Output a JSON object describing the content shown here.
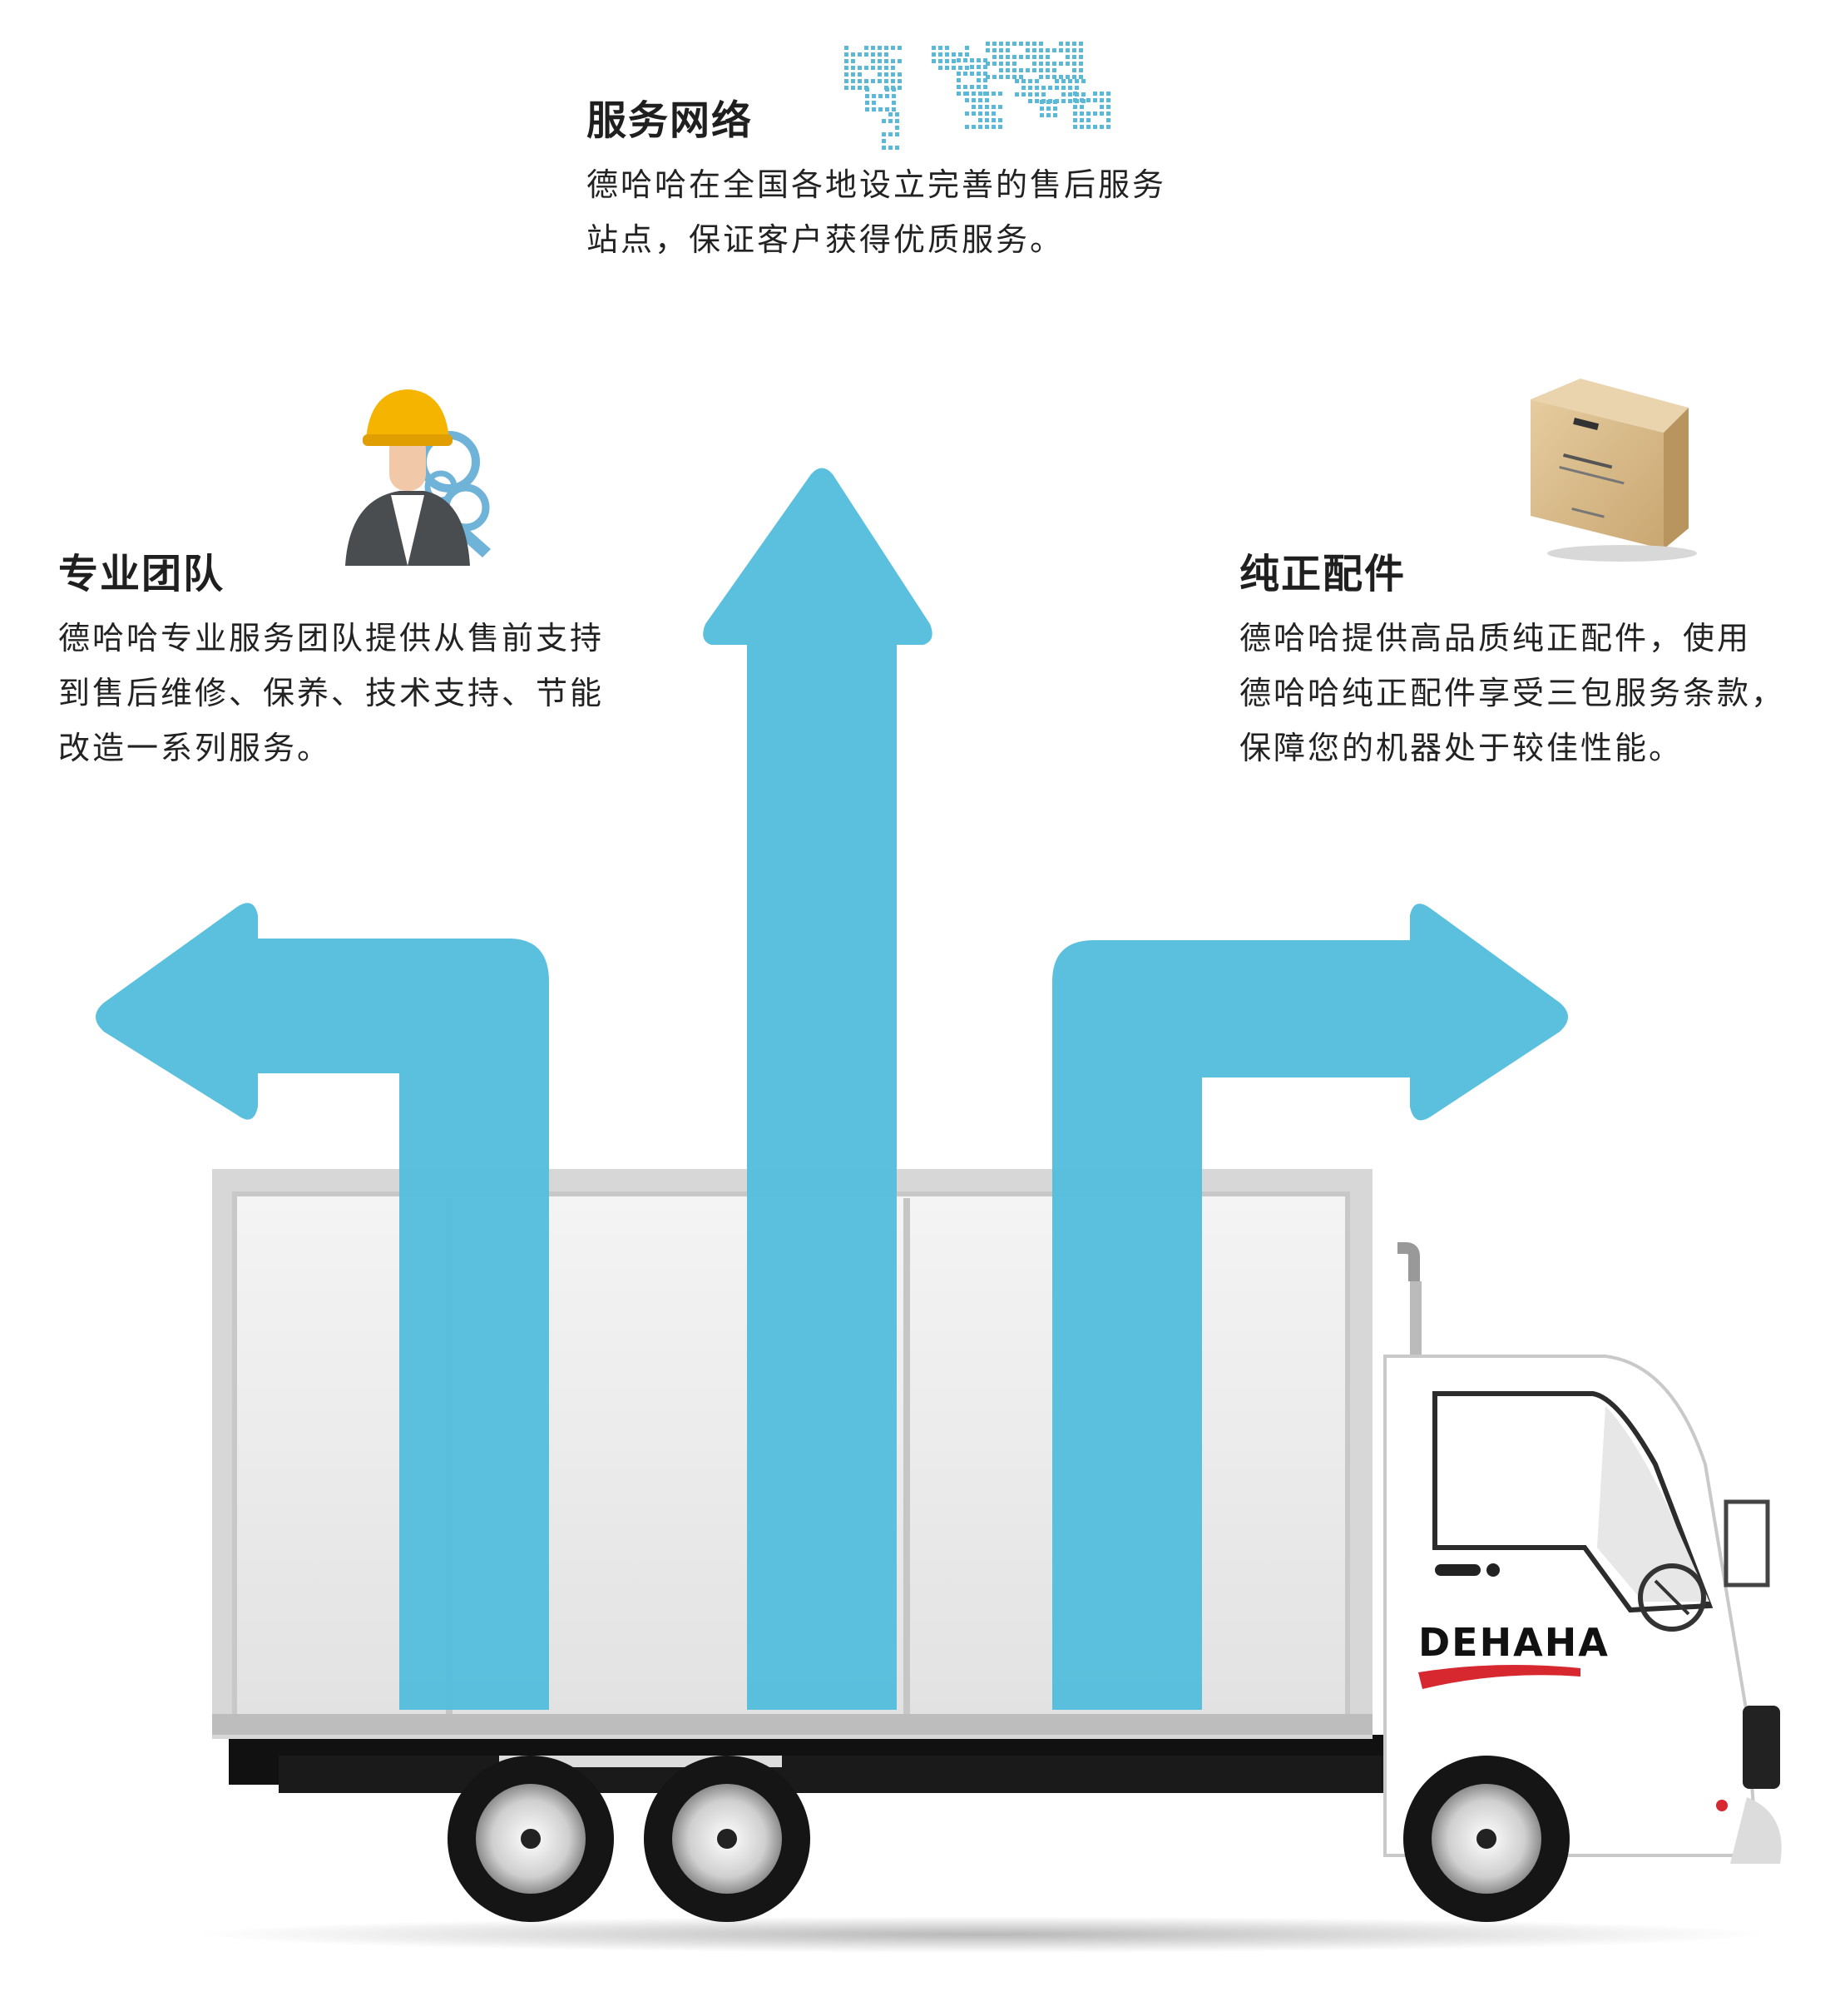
{
  "network": {
    "title": "服务网络",
    "lines": [
      "德哈哈在全国各地设立完善的售后服务",
      "站点，保证客户获得优质服务。"
    ]
  },
  "team": {
    "title": "专业团队",
    "lines": [
      "德哈哈专业服务团队提供从售前支持",
      "到售后维修、保养、技术支持、节能",
      "改造一系列服务。"
    ]
  },
  "parts": {
    "title": "纯正配件",
    "lines": [
      "德哈哈提供高品质纯正配件，使用",
      "德哈哈纯正配件享受三包服务条款，",
      "保障您的机器处于较佳性能。"
    ]
  },
  "truck": {
    "brand": "DEHAHA"
  },
  "colors": {
    "arrow": "#55bedc",
    "map": "#5bb8d6",
    "brand_red": "#d7282f",
    "box": "#d9b98a"
  },
  "icons": [
    "world-map-icon",
    "engineer-icon",
    "parts-box-icon"
  ]
}
